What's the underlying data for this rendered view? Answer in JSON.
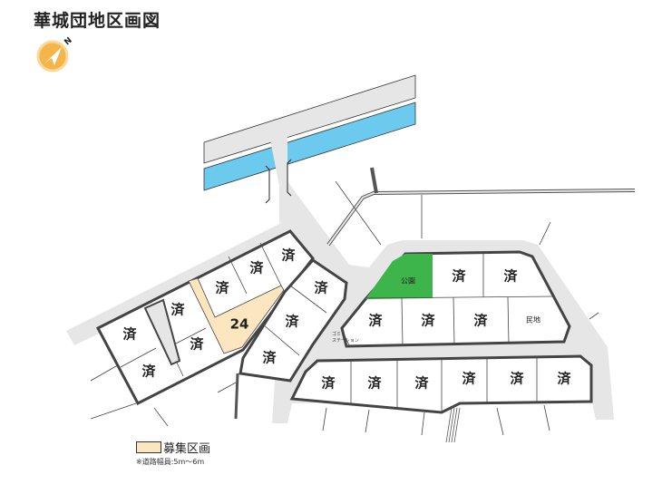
{
  "title": "華城団地区画図",
  "compass": {
    "letter": "N",
    "icon": "north-arrow-compass"
  },
  "colors": {
    "road": "#e6e6e6",
    "river": "#6ccaee",
    "park": "#3db54a",
    "available": "#fbe6c0",
    "outline": "#444444"
  },
  "lots": [
    {
      "label": "済"
    },
    {
      "label": "済"
    },
    {
      "label": "済"
    },
    {
      "label": "済"
    },
    {
      "label": "済"
    },
    {
      "label": "済"
    },
    {
      "label": "24",
      "status": "available"
    },
    {
      "label": "済"
    },
    {
      "label": "済"
    },
    {
      "label": "済"
    },
    {
      "label": "公園"
    },
    {
      "label": "済"
    },
    {
      "label": "済"
    },
    {
      "label": "済"
    },
    {
      "label": "済"
    },
    {
      "label": "済"
    },
    {
      "label": "民地"
    },
    {
      "label": "済"
    },
    {
      "label": "済"
    },
    {
      "label": "済"
    },
    {
      "label": "済"
    },
    {
      "label": "済"
    },
    {
      "label": "済"
    }
  ],
  "garbage_station": {
    "line1": "ゴミ",
    "line2": "ステーション"
  },
  "legend": {
    "label": "募集区画",
    "note": "※道路幅員:5m〜6m"
  }
}
